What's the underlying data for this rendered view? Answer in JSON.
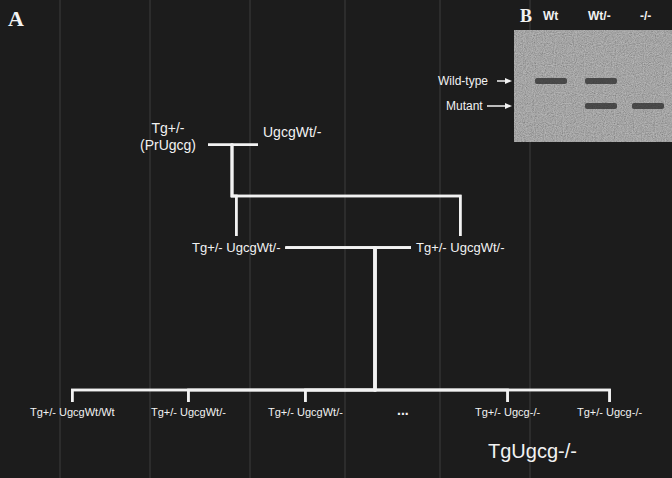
{
  "diagram": {
    "nodes": [
      {
        "text": [
          "Tg+/- (PrUgcg)"
        ]
      },
      {
        "text": [
          "UgcgWt/-"
        ]
      },
      {
        "text": [
          "Tg+/- UgcgWt/-"
        ]
      },
      {
        "text": [
          "Tg+/- UgcgWt/-"
        ]
      },
      {
        "text": [
          "Tg+/- UgcgWt/Wt"
        ]
      },
      {
        "text": [
          "Tg+/- UgcgWt/-"
        ]
      },
      {
        "text": [
          "Tg+/- UgcgWt/-"
        ]
      },
      {
        "text": [
          "Tg+/- Ugcg-/-"
        ]
      },
      {
        "text": [
          "Tg+/- Ugcg-/-"
        ]
      }
    ],
    "edges": [
      {
        "from": 0,
        "to": 2,
        "arrow": "none"
      },
      {
        "from": 0,
        "to": 3,
        "arrow": "none"
      },
      {
        "from": 1,
        "to": 2,
        "arrow": "none"
      },
      {
        "from": 1,
        "to": 3,
        "arrow": "none"
      },
      {
        "from": 2,
        "to": 4,
        "arrow": "none"
      },
      {
        "from": 2,
        "to": 5,
        "arrow": "none"
      },
      {
        "from": 2,
        "to": 6,
        "arrow": "none"
      },
      {
        "from": 2,
        "to": 7,
        "arrow": "none"
      },
      {
        "from": 2,
        "to": 8,
        "arrow": "none"
      },
      {
        "from": 3,
        "to": 4,
        "arrow": "none"
      },
      {
        "from": 3,
        "to": 5,
        "arrow": "none"
      },
      {
        "from": 3,
        "to": 6,
        "arrow": "none"
      },
      {
        "from": 3,
        "to": 7,
        "arrow": "none"
      },
      {
        "from": 3,
        "to": 8,
        "arrow": "none"
      }
    ],
    "labels": [
      "A",
      "B",
      "Wt",
      "Wt/-",
      "-/-",
      "Wild-type",
      "Mutant",
      "...",
      "TgUgcg-/-"
    ]
  }
}
